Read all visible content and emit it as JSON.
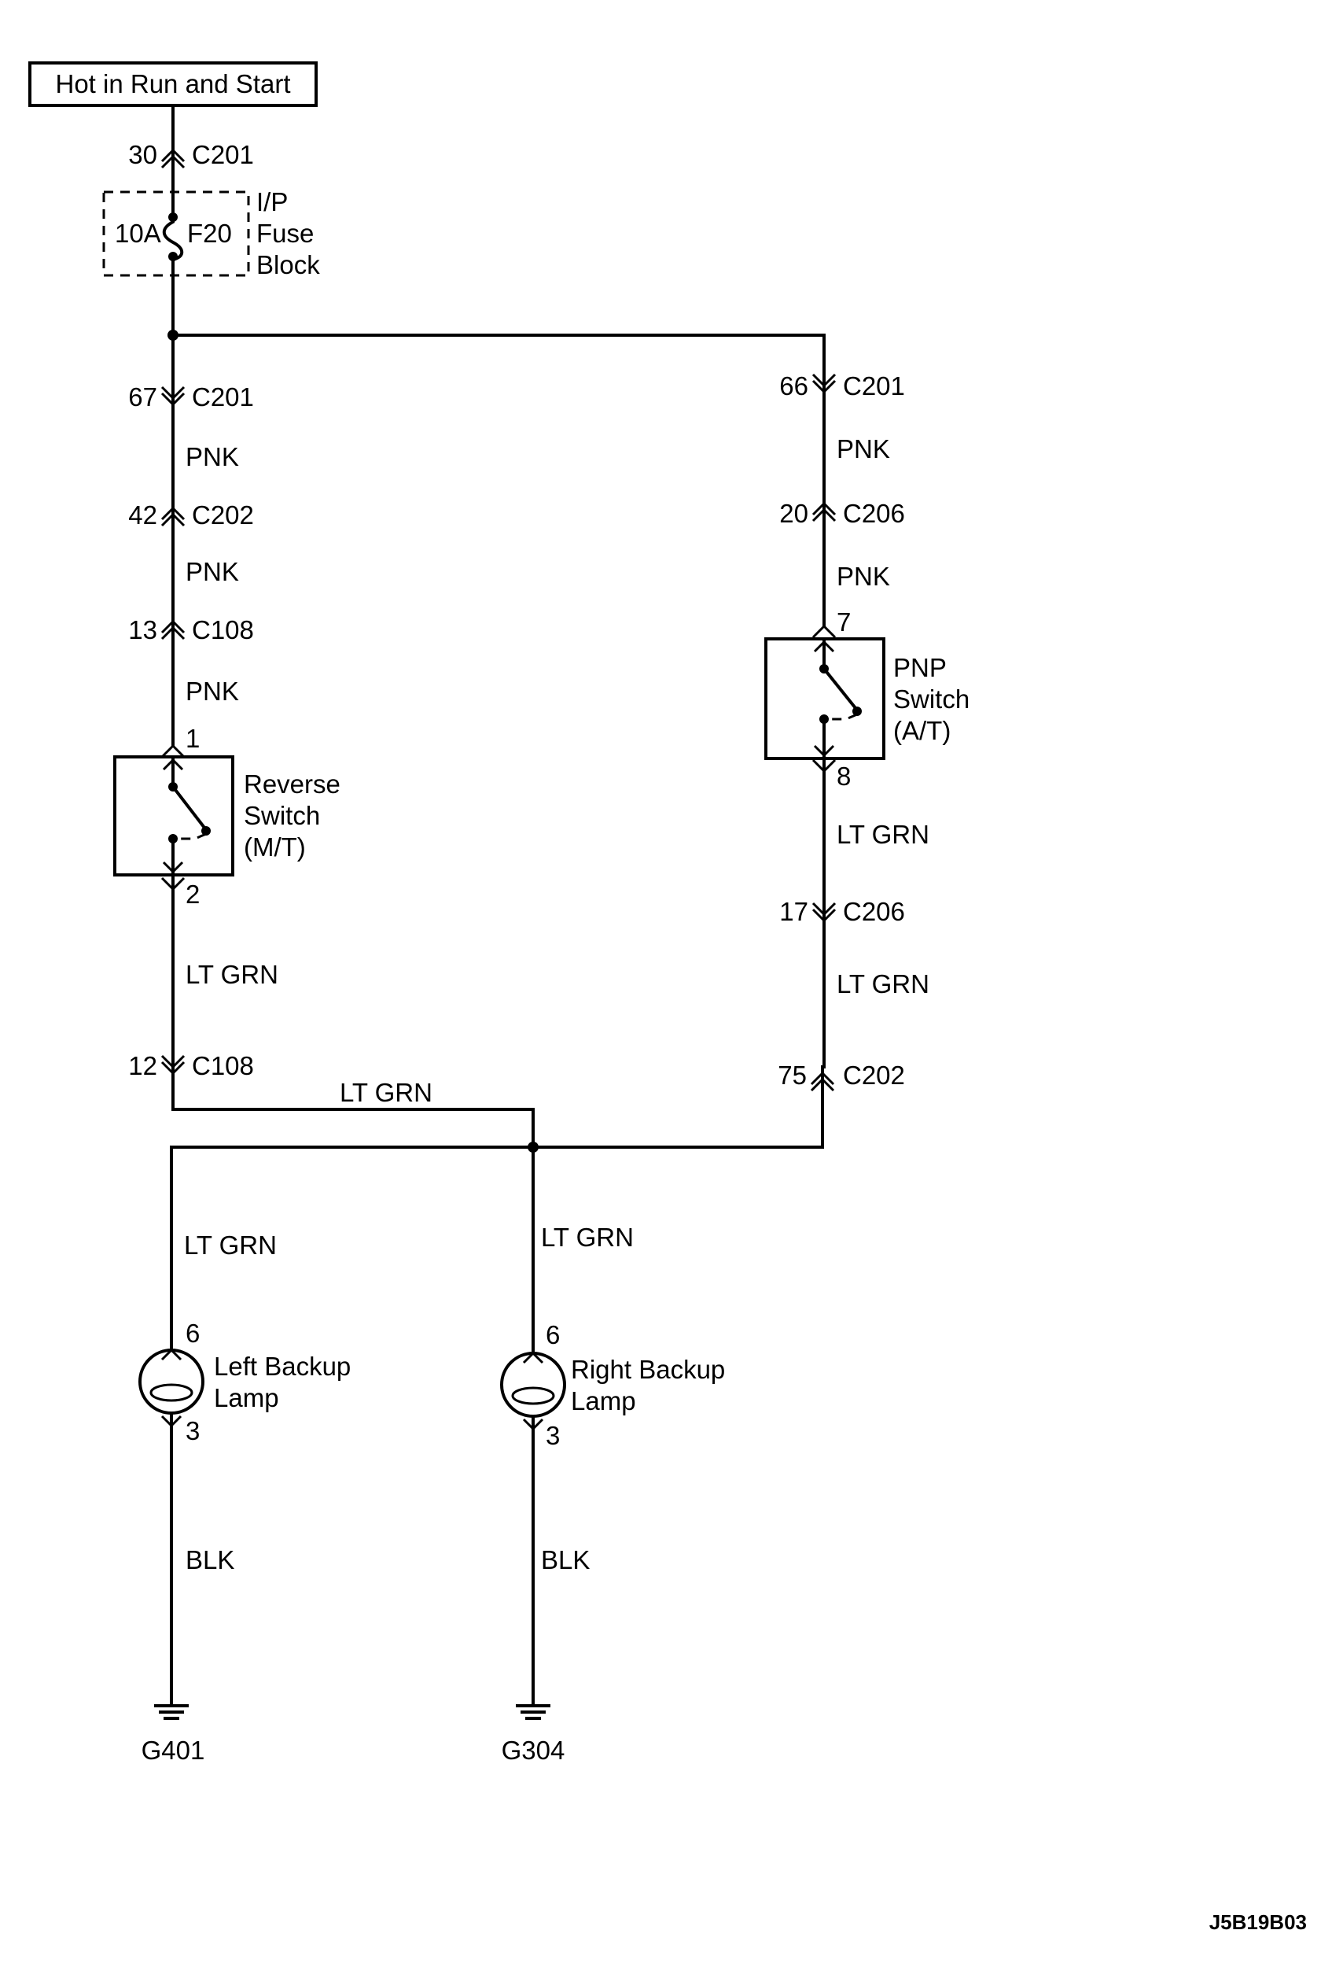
{
  "power": {
    "label": "Hot in Run and Start"
  },
  "fuse_block": {
    "amps": "10A",
    "fuse": "F20",
    "line1": "I/P",
    "line2": "Fuse",
    "line3": "Block"
  },
  "connectors": {
    "c201_top": {
      "pin": "30",
      "name": "C201"
    },
    "c201_left": {
      "pin": "67",
      "name": "C201"
    },
    "c202_left": {
      "pin": "42",
      "name": "C202"
    },
    "c108_top": {
      "pin": "13",
      "name": "C108"
    },
    "c108_bottom": {
      "pin": "12",
      "name": "C108"
    },
    "c201_right": {
      "pin": "66",
      "name": "C201"
    },
    "c206_top": {
      "pin": "20",
      "name": "C206"
    },
    "c206_bottom": {
      "pin": "17",
      "name": "C206"
    },
    "c202_right": {
      "pin": "75",
      "name": "C202"
    }
  },
  "wires": {
    "pnk_1": "PNK",
    "pnk_2": "PNK",
    "pnk_3": "PNK",
    "pnk_4": "PNK",
    "pnk_5": "PNK",
    "ltgrn_1": "LT GRN",
    "ltgrn_2": "LT GRN",
    "ltgrn_3": "LT GRN",
    "ltgrn_4": "LT GRN",
    "ltgrn_5": "LT GRN",
    "ltgrn_6": "LT GRN",
    "blk_1": "BLK",
    "blk_2": "BLK"
  },
  "reverse_switch": {
    "pin_in": "1",
    "pin_out": "2",
    "line1": "Reverse",
    "line2": "Switch",
    "line3": "(M/T)"
  },
  "pnp_switch": {
    "pin_in": "7",
    "pin_out": "8",
    "line1": "PNP",
    "line2": "Switch",
    "line3": "(A/T)"
  },
  "left_lamp": {
    "pin_in": "6",
    "pin_out": "3",
    "line1": "Left Backup",
    "line2": "Lamp"
  },
  "right_lamp": {
    "pin_in": "6",
    "pin_out": "3",
    "line1": "Right Backup",
    "line2": "Lamp"
  },
  "grounds": {
    "left": "G401",
    "right": "G304"
  },
  "figure_code": "J5B19B03"
}
